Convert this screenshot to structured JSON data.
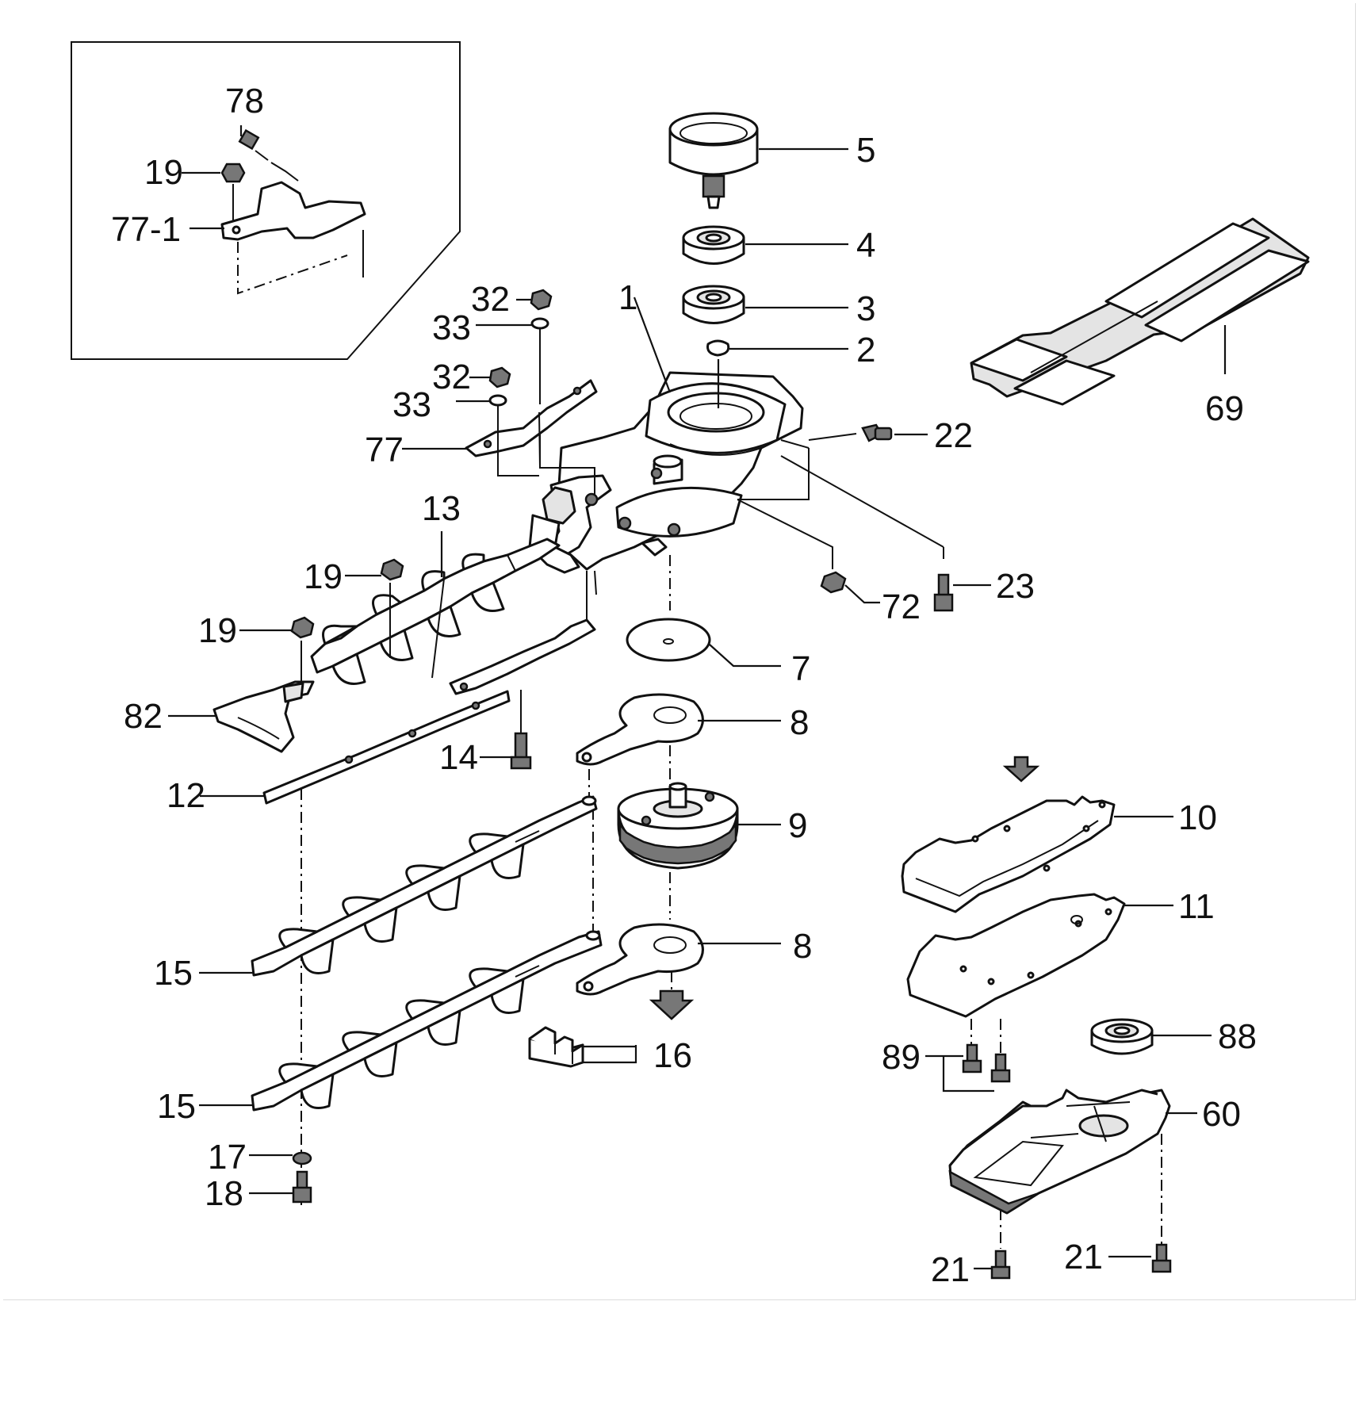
{
  "diagram": {
    "callouts": [
      {
        "id": "c78",
        "label": "78"
      },
      {
        "id": "c19a",
        "label": "19"
      },
      {
        "id": "c77-1",
        "label": "77-1"
      },
      {
        "id": "c5",
        "label": "5"
      },
      {
        "id": "c4",
        "label": "4"
      },
      {
        "id": "c3",
        "label": "3"
      },
      {
        "id": "c2",
        "label": "2"
      },
      {
        "id": "c1",
        "label": "1"
      },
      {
        "id": "c32a",
        "label": "32"
      },
      {
        "id": "c33a",
        "label": "33"
      },
      {
        "id": "c32b",
        "label": "32"
      },
      {
        "id": "c33b",
        "label": "33"
      },
      {
        "id": "c77",
        "label": "77"
      },
      {
        "id": "c22",
        "label": "22"
      },
      {
        "id": "c69",
        "label": "69"
      },
      {
        "id": "c13",
        "label": "13"
      },
      {
        "id": "c19b",
        "label": "19"
      },
      {
        "id": "c19c",
        "label": "19"
      },
      {
        "id": "c72",
        "label": "72"
      },
      {
        "id": "c23",
        "label": "23"
      },
      {
        "id": "c7",
        "label": "7"
      },
      {
        "id": "c82",
        "label": "82"
      },
      {
        "id": "c8a",
        "label": "8"
      },
      {
        "id": "c14",
        "label": "14"
      },
      {
        "id": "c12",
        "label": "12"
      },
      {
        "id": "c9",
        "label": "9"
      },
      {
        "id": "c10",
        "label": "10"
      },
      {
        "id": "c11",
        "label": "11"
      },
      {
        "id": "c8b",
        "label": "8"
      },
      {
        "id": "c15a",
        "label": "15"
      },
      {
        "id": "c16",
        "label": "16"
      },
      {
        "id": "c88",
        "label": "88"
      },
      {
        "id": "c89",
        "label": "89"
      },
      {
        "id": "c60",
        "label": "60"
      },
      {
        "id": "c15b",
        "label": "15"
      },
      {
        "id": "c17",
        "label": "17"
      },
      {
        "id": "c18",
        "label": "18"
      },
      {
        "id": "c21a",
        "label": "21"
      },
      {
        "id": "c21b",
        "label": "21"
      }
    ]
  }
}
